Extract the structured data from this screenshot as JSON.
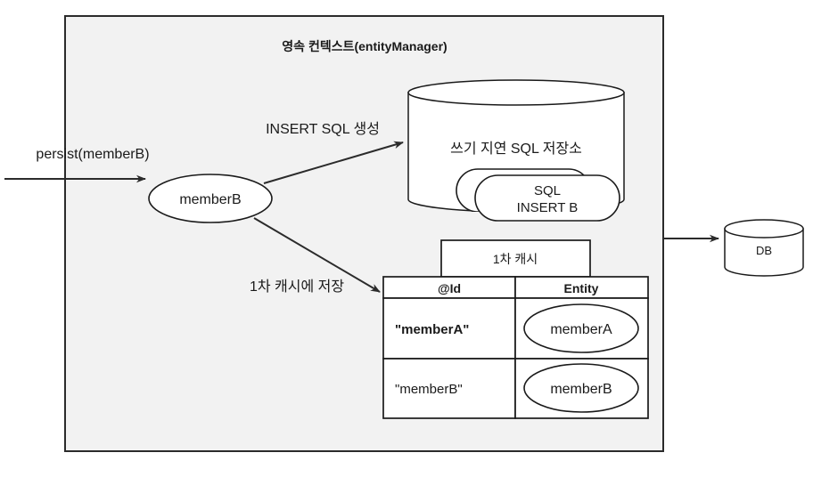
{
  "diagram": {
    "title": "영속 컨텍스트(entityManager)",
    "background_color": "#f2f2f2",
    "stroke_color": "#1a1a1a",
    "entry_label": "persist(memberB)",
    "entity_node": {
      "label": "memberB"
    },
    "edges": [
      {
        "id": "edge-insert-sql",
        "label": "INSERT SQL 생성"
      },
      {
        "id": "edge-first-cache",
        "label": "1차 캐시에 저장"
      }
    ],
    "sql_store": {
      "title": "쓰기 지연 SQL 저장소",
      "queued": [
        {
          "line1": "",
          "line2": ""
        },
        {
          "line1": "SQL",
          "line2": "INSERT B"
        }
      ]
    },
    "first_cache": {
      "tab_label": "1차 캐시",
      "columns": [
        "@Id",
        "Entity"
      ],
      "rows": [
        {
          "id": "\"memberA\"",
          "entity": "memberA",
          "bold": true
        },
        {
          "id": "\"memberB\"",
          "entity": "memberB",
          "bold": false
        }
      ]
    },
    "database": {
      "label": "DB"
    }
  }
}
